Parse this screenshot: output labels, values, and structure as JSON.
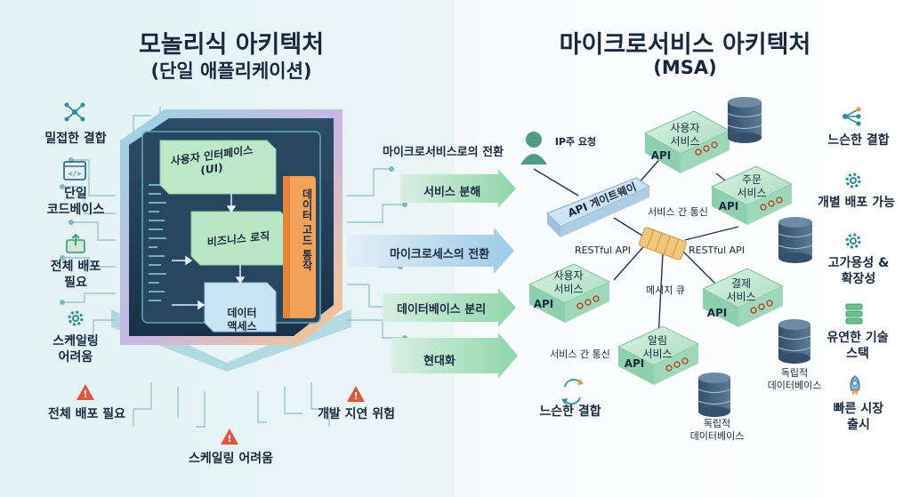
{
  "left": {
    "title": "모놀리식 아키텍처",
    "subtitle": "(단일 애플리케이션)",
    "features": [
      {
        "icon": "network-nodes-icon",
        "label": "밀접한 결합"
      },
      {
        "icon": "code-window-icon",
        "label": "단일\n코드베이스"
      },
      {
        "icon": "box-upload-icon",
        "label": "전체 배포\n필요"
      },
      {
        "icon": "gear-icon",
        "label": "스케일링\n어려움"
      }
    ],
    "bottom_warnings": [
      "전체 배포 필요",
      "스케일링 어려움",
      "개발 지연 위험"
    ],
    "layers": {
      "ui": "사용자 인터페이스\n(UI)",
      "business": "비즈니스 로직",
      "data": "데이터\n액세스",
      "db": "데이터 고드 통작"
    }
  },
  "middle": {
    "transition_top": "마이크로서비스로의 전환",
    "pills": [
      "서비스 분해",
      "마이크로세스의 전환",
      "데이터베이스 분리",
      "현대화"
    ]
  },
  "right": {
    "title": "마이크로서비스 아키텍처",
    "subtitle": "(MSA)",
    "request_label": "IP주 요청",
    "gateway": "API 게이트웨이",
    "api_label": "API",
    "services": {
      "user_top": "사용자\n서비스",
      "order": "주문\n서비스",
      "user_left": "사용자\n서비스",
      "payment": "결제\n서비스",
      "notify": "알림\n서비스"
    },
    "edge_labels": {
      "inter_service_top": "서비스 간 통신",
      "restful_left": "RESTful API",
      "restful_right": "RESTful API",
      "message_queue": "메시지 큐",
      "inter_service_bottom": "서비스 간 통신",
      "loose_coupling_bottom": "느슨한 결합",
      "indep_db_1": "독립적\n데이터베이스",
      "indep_db_2": "독립적\n데이터베이스"
    },
    "features": [
      {
        "icon": "branch-nodes-icon",
        "label": "느슨한 결합"
      },
      {
        "icon": "gear-icon",
        "label": "개별 배포 가능"
      },
      {
        "icon": "gear-icon",
        "label": "고가용성 &\n확장성"
      },
      {
        "icon": "database-stack-icon",
        "label": "유연한 기술\n스택"
      },
      {
        "icon": "rocket-icon",
        "label": "빠른 시장\n출시"
      }
    ]
  },
  "colors": {
    "teal": "#2f8f9d",
    "green_box": "#bfe7c9",
    "orange": "#f19a4e",
    "navy": "#1e3650",
    "warning": "#e5533d"
  }
}
